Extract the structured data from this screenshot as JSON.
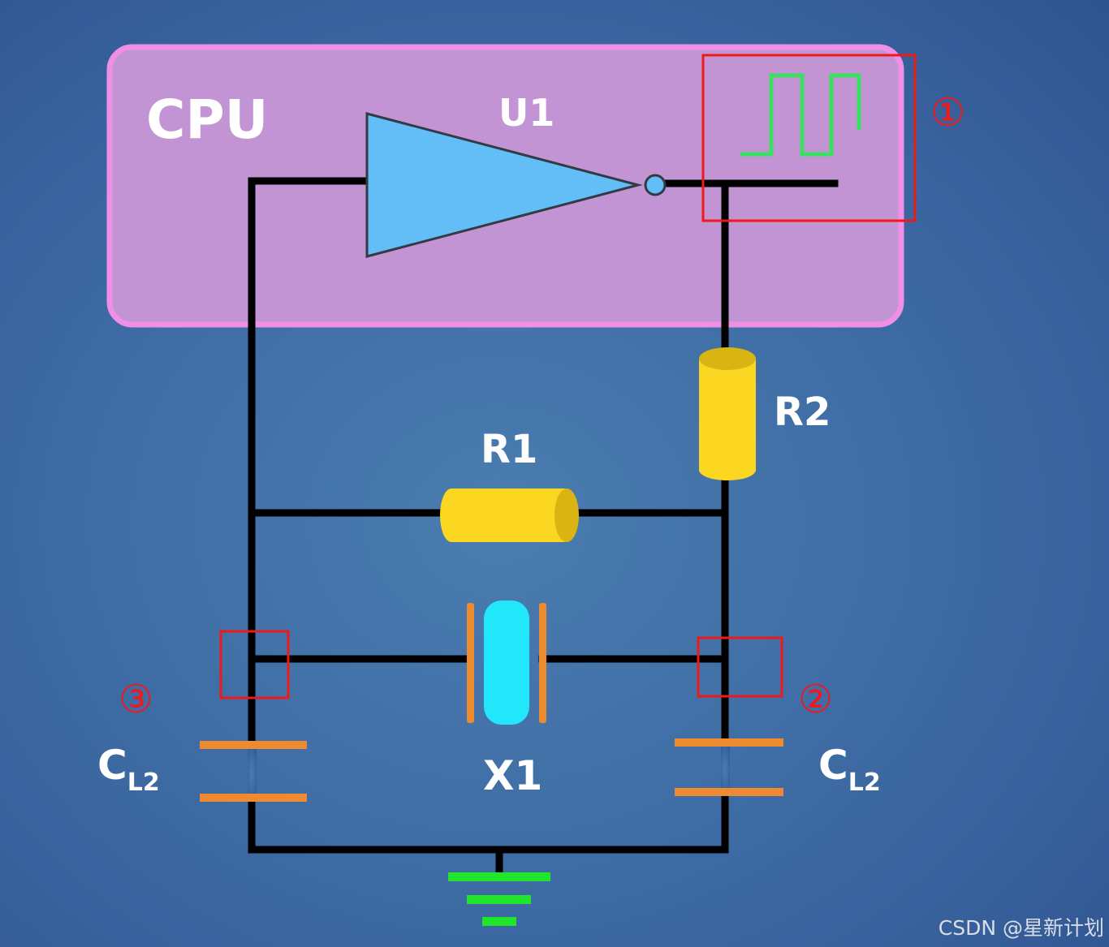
{
  "labels": {
    "cpu": "CPU",
    "u1": "U1",
    "r1": "R1",
    "r2": "R2",
    "x1": "X1",
    "cl_left_main": "C",
    "cl_left_sub": "L2",
    "cl_right_main": "C",
    "cl_right_sub": "L2"
  },
  "annotations": {
    "marker_1": "①",
    "marker_2": "②",
    "marker_3": "③"
  },
  "watermark": "CSDN @星新计划",
  "colors": {
    "background": "#3f68a0",
    "cpu_fill": "#c394d4",
    "cpu_border": "#f08fe6",
    "inverter": "#63bdf6",
    "resistor": "#fbd722",
    "crystal": "#22e6fa",
    "capacitor": "#ee8a30",
    "ground": "#1fe62a",
    "wire": "#000000",
    "highlight": "#f01818",
    "waveform": "#3be060"
  }
}
